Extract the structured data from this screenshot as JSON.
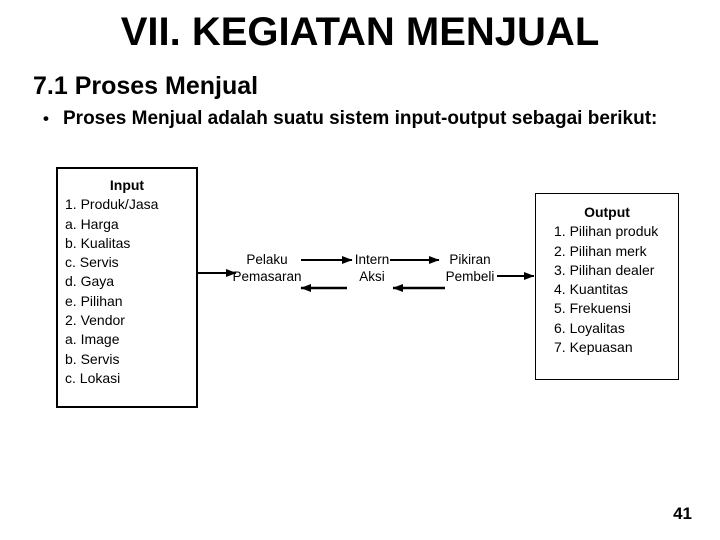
{
  "slide": {
    "title": "VII. KEGIATAN MENJUAL",
    "subtitle": "7.1 Proses Menjual",
    "bullet_glyph": "•",
    "bullet": "Proses Menjual adalah suatu sistem input-output sebagai berikut:",
    "page_number": "41"
  },
  "diagram": {
    "input_box": {
      "title": "Input",
      "items": [
        "1. Produk/Jasa",
        "a. Harga",
        "b. Kualitas",
        "c. Servis",
        "d. Gaya",
        "e. Pilihan",
        "2. Vendor",
        "a. Image",
        "b. Servis",
        "c. Lokasi"
      ]
    },
    "nodes": [
      {
        "line1": "Pelaku",
        "line2": "Pemasaran"
      },
      {
        "line1": "Intern",
        "line2": "Aksi"
      },
      {
        "line1": "Pikiran",
        "line2": "Pembeli"
      }
    ],
    "output_box": {
      "title": "Output",
      "items": [
        "1. Pilihan produk",
        "2. Pilihan merk",
        "3. Pilihan dealer",
        "4. Kuantitas",
        "5. Frekuensi",
        "6. Loyalitas",
        "7. Kepuasan"
      ]
    },
    "connections": [
      {
        "from": "Input",
        "to": "Pelaku Pemasaran",
        "direction": "right"
      },
      {
        "from": "Pelaku Pemasaran",
        "to": "Intern Aksi",
        "direction": "right"
      },
      {
        "from": "Intern Aksi",
        "to": "Pikiran Pembeli",
        "direction": "right"
      },
      {
        "from": "Pikiran Pembeli",
        "to": "Output",
        "direction": "right"
      },
      {
        "from": "Intern Aksi",
        "to": "Pelaku Pemasaran",
        "direction": "left"
      },
      {
        "from": "Pikiran Pembeli",
        "to": "Intern Aksi",
        "direction": "left"
      }
    ]
  },
  "colors": {
    "background": "#ffffff",
    "text": "#000000",
    "border": "#000000",
    "arrow": "#000000"
  }
}
